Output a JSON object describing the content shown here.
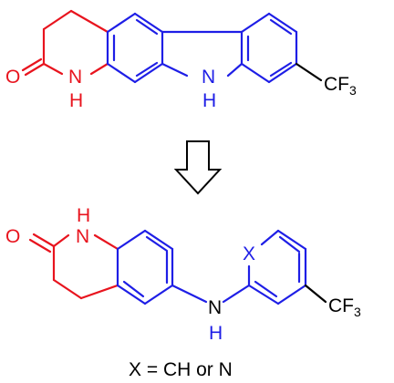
{
  "colors": {
    "red": "#e8141e",
    "blue": "#1e1ee6",
    "black": "#000000"
  },
  "top_molecule": {
    "carbonyl_o": "O",
    "lactam_n": "N",
    "lactam_h": "H",
    "pyrrole_n": "N",
    "pyrrole_h": "H",
    "substituent_main": "CF",
    "substituent_sub": "3"
  },
  "arrow": {
    "type": "retrosynthetic-arrow"
  },
  "bottom_molecule": {
    "lactam_h": "H",
    "lactam_n": "N",
    "carbonyl_o": "O",
    "amine_n": "N",
    "amine_h": "H",
    "ring_atom": "X",
    "substituent_main": "CF",
    "substituent_sub": "3"
  },
  "caption": {
    "text": "X = CH or N"
  }
}
